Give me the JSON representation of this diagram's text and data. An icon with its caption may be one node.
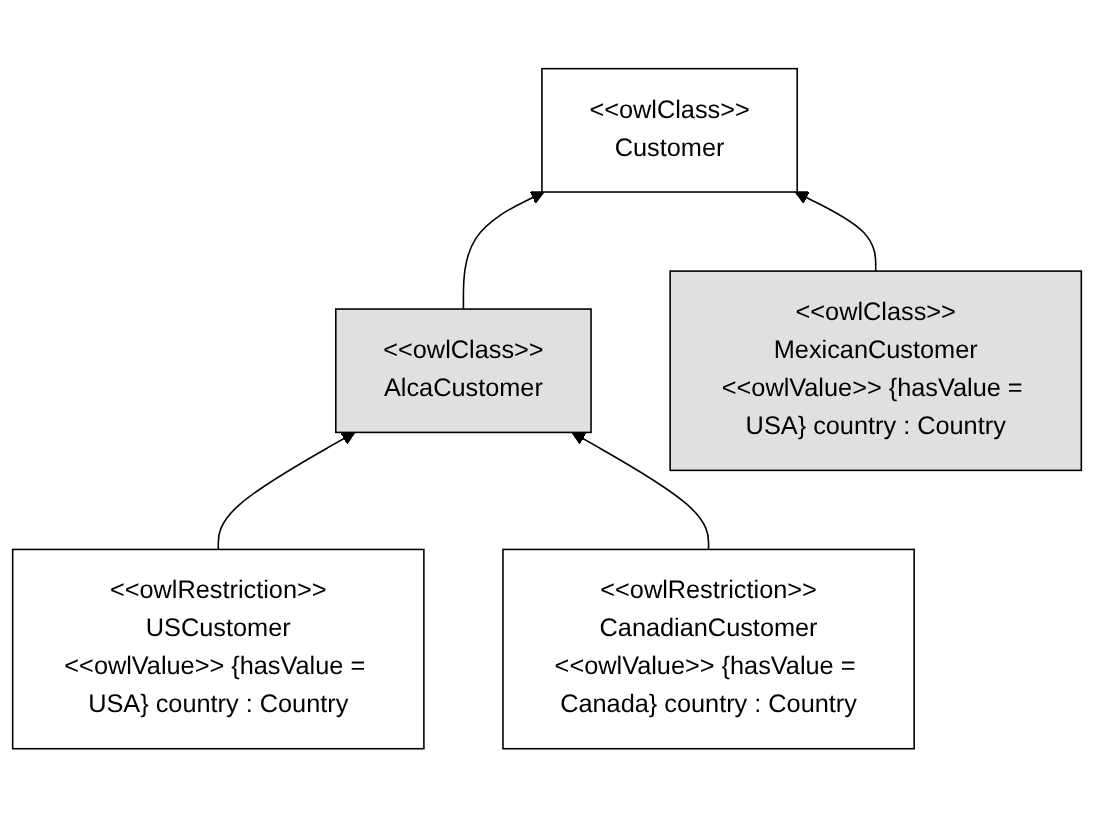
{
  "diagram": {
    "nodes": [
      {
        "text": [
          "<<owlClass>>",
          "Customer"
        ]
      },
      {
        "text": [
          "<<owlClass>>",
          "AlcaCustomer"
        ]
      },
      {
        "text": [
          "<<owlClass>>",
          "MexicanCustomer",
          "<<owlValue>> {hasValue = USA} country : Country"
        ]
      },
      {
        "text": [
          "<<owlRestriction>>",
          "USCustomer",
          "<<owlValue>> {hasValue = USA} country : Country"
        ]
      },
      {
        "text": [
          "<<owlRestriction>>",
          "CanadianCustomer",
          "<<owlValue>> {hasValue = Canada} country : Country"
        ]
      }
    ],
    "edges": [
      {
        "from": 1,
        "to": 0,
        "arrow": "to"
      },
      {
        "from": 2,
        "to": 0,
        "arrow": "to"
      },
      {
        "from": 3,
        "to": 1,
        "arrow": "to"
      },
      {
        "from": 4,
        "to": 1,
        "arrow": "to"
      }
    ]
  }
}
